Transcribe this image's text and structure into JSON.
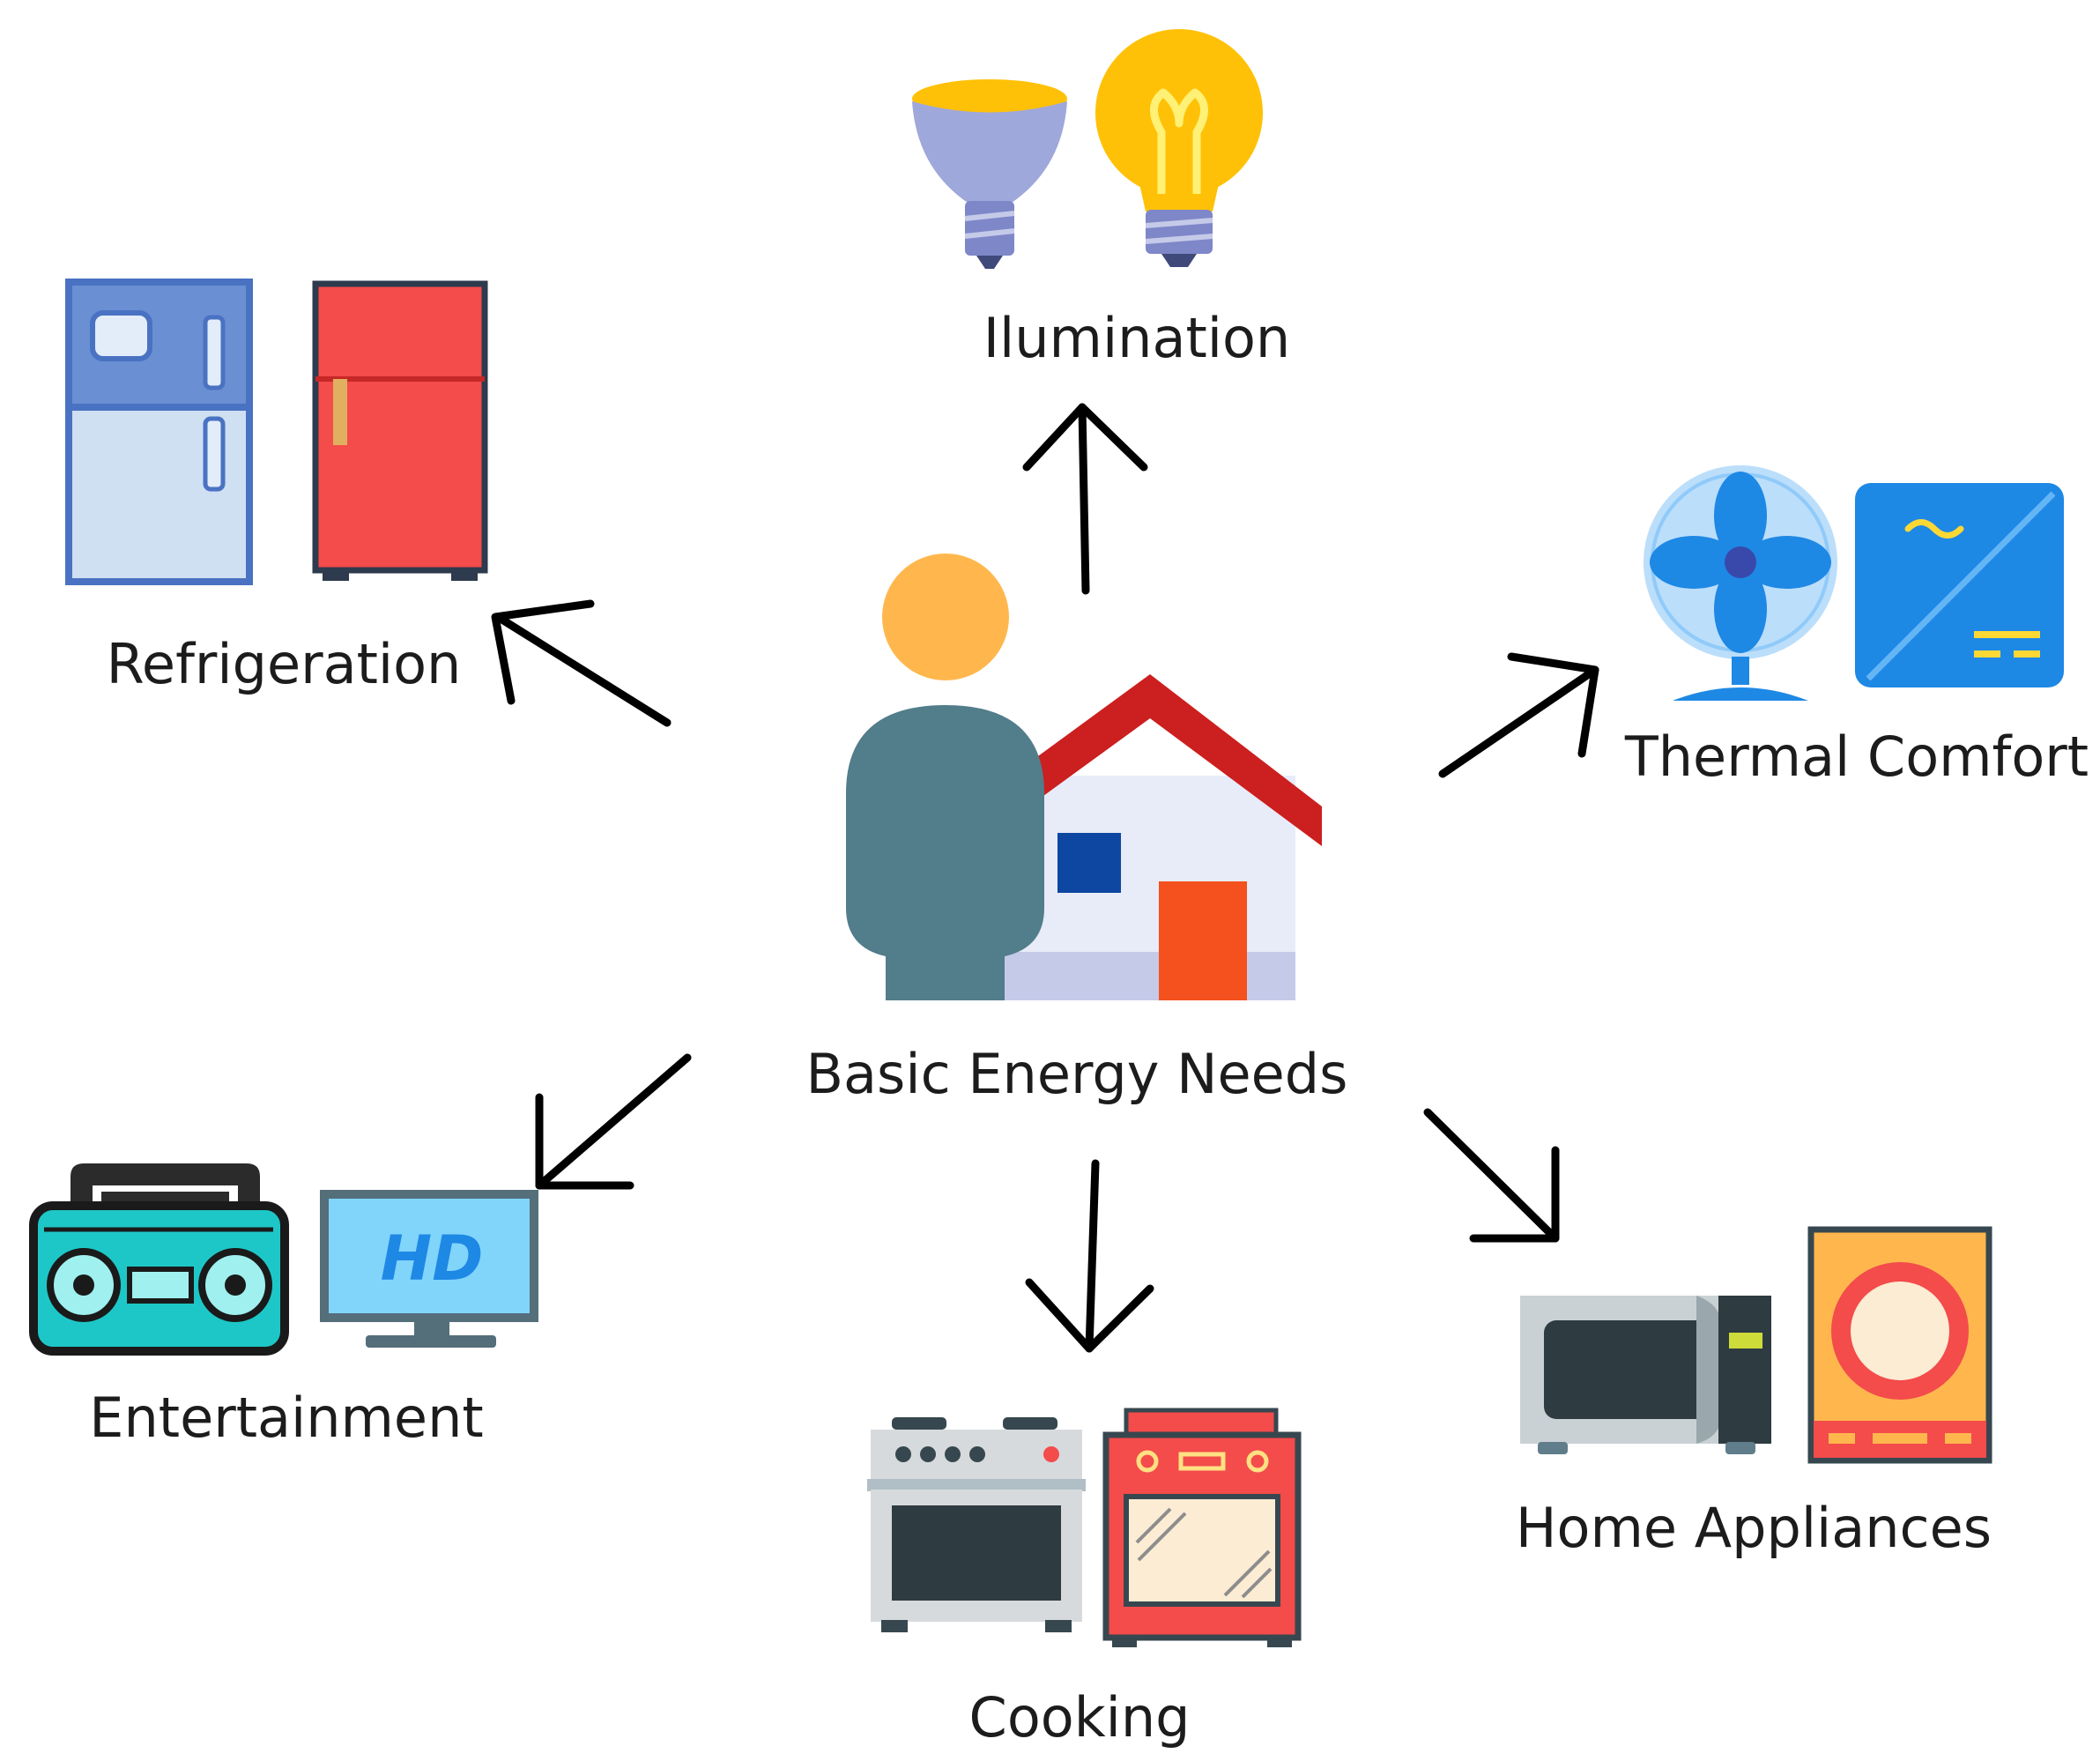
{
  "diagram": {
    "center": {
      "label": "Basic Energy Needs"
    },
    "nodes": [
      {
        "id": "illumination",
        "label": "Ilumination",
        "icons": [
          "reflector-bulb-icon",
          "light-bulb-icon"
        ]
      },
      {
        "id": "refrigeration",
        "label": "Refrigeration",
        "icons": [
          "blue-fridge-icon",
          "red-fridge-icon"
        ]
      },
      {
        "id": "thermal-comfort",
        "label": "Thermal Comfort",
        "icons": [
          "fan-icon",
          "air-conditioner-icon"
        ]
      },
      {
        "id": "entertainment",
        "label": "Entertainment",
        "icons": [
          "radio-icon",
          "tv-icon"
        ]
      },
      {
        "id": "cooking",
        "label": "Cooking",
        "icons": [
          "gray-stove-icon",
          "red-stove-icon"
        ]
      },
      {
        "id": "home-appliances",
        "label": "Home Appliances",
        "icons": [
          "microwave-icon",
          "induction-cooker-icon"
        ]
      }
    ],
    "tv_text": "HD",
    "colors": {
      "arrow": "#000000",
      "person_head": "#ffb74d",
      "person_body": "#527d8a",
      "roof": "#cc1f1f",
      "house_wall": "#e8ebf8",
      "house_base": "#c5cae9",
      "door": "#f4511e",
      "window": "#0d47a1",
      "bulb_yellow": "#ffc107",
      "bulb_gray": "#9fa8da",
      "fridge_blue": "#6a8fd3",
      "fridge_red": "#f44b4b",
      "fan_blue": "#1e88e5",
      "ac_blue": "#1e88e5",
      "radio_teal": "#1ec7c7",
      "tv_blue": "#81d4fa",
      "stove_gray": "#d7dadc",
      "stove_red": "#f44b4b",
      "microwave_gray": "#c9d1d4",
      "induction_orange": "#ffb74d"
    }
  }
}
